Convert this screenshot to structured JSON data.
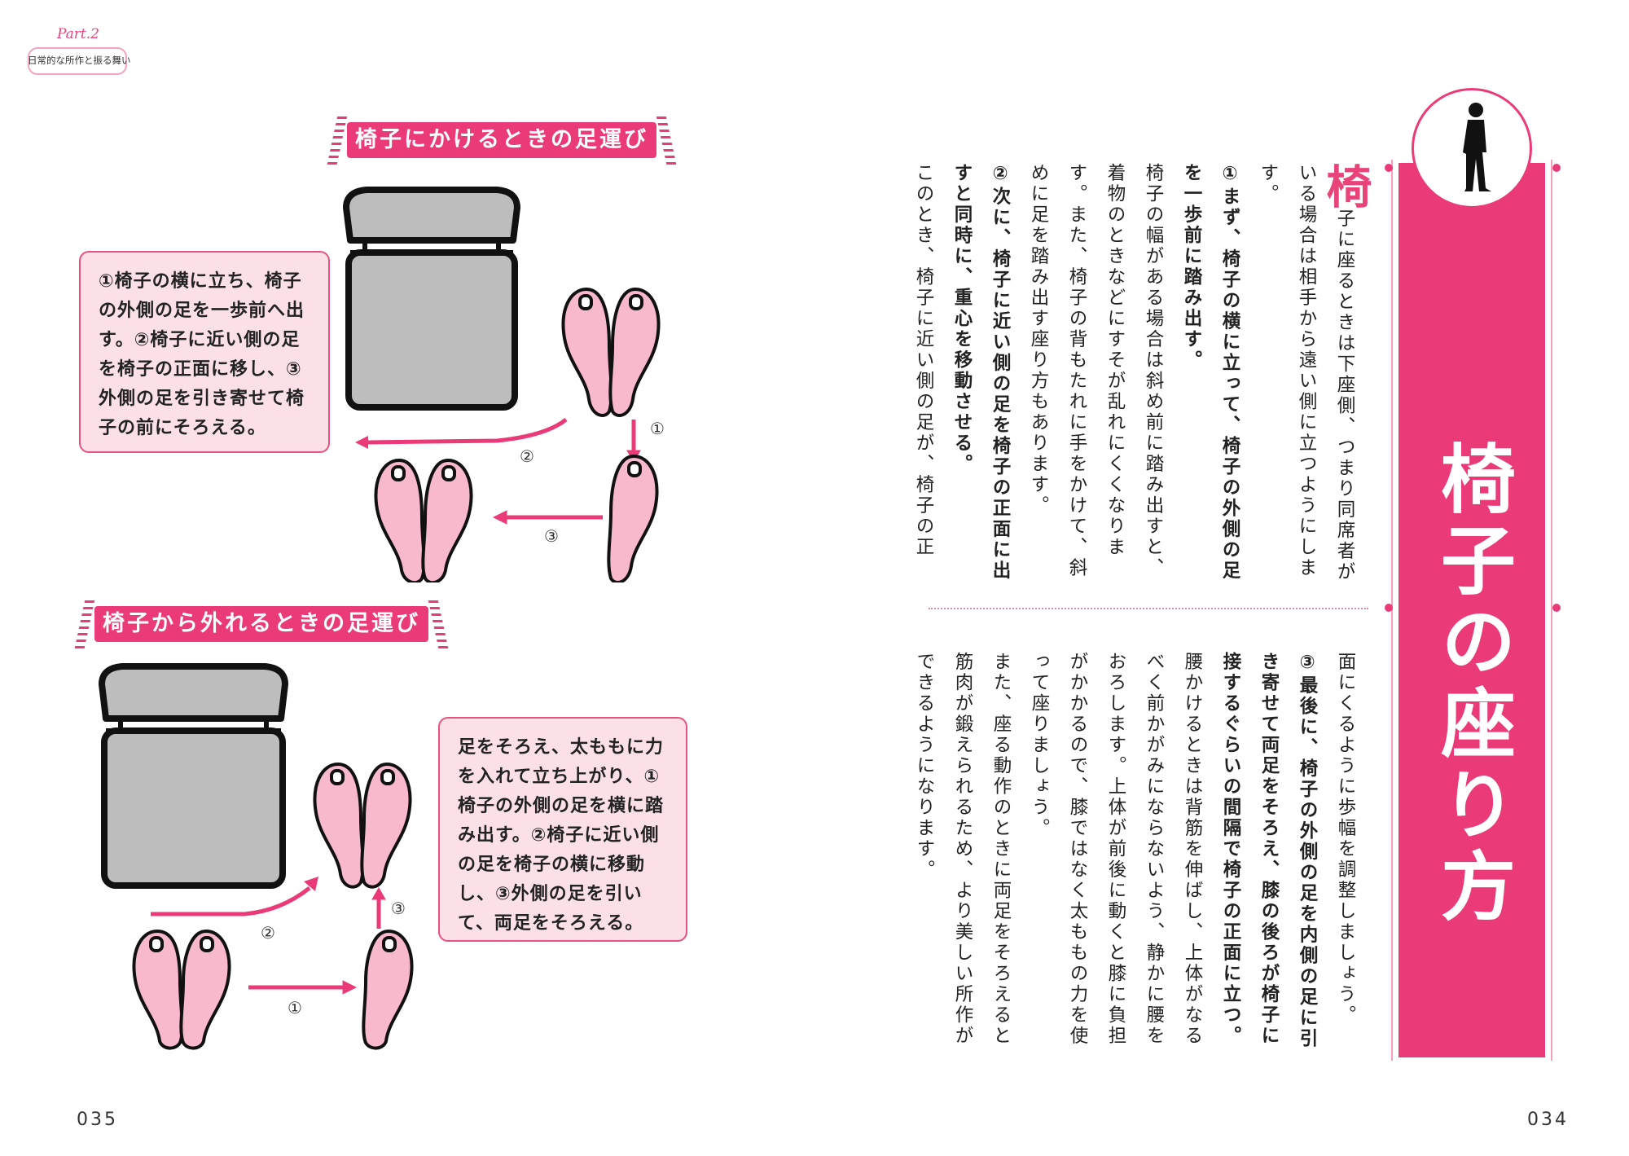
{
  "running_head": {
    "part": "Part.2",
    "section": "日常的な所作と振る舞い"
  },
  "left_page": {
    "heading_sit": "椅子にかけるときの足運び",
    "callout_sit": "①椅子の横に立ち、椅子の外側の足を一歩前へ出す。②椅子に近い側の足を椅子の正面に移し、③外側の足を引き寄せて椅子の前にそろえる。",
    "step_labels_sit": [
      "①",
      "②",
      "③"
    ],
    "heading_stand": "椅子から外れるときの足運び",
    "callout_stand": "足をそろえ、太ももに力を入れて立ち上がり、①椅子の外側の足を横に踏み出す。②椅子に近い側の足を椅子の横に移動し、③外側の足を引いて、両足をそろえる。",
    "step_labels_stand": [
      "①",
      "②",
      "③"
    ],
    "page_number": "035"
  },
  "right_page": {
    "title": "椅子の座り方",
    "dropcap": "椅",
    "upper": {
      "p1": "子に座るときは下座側、つまり同席者がいる場合は相手から遠い側に立つようにします。",
      "step1_bold": "①まず、椅子の横に立って、椅子の外側の足を一歩前に踏み出す。",
      "p2": "椅子の幅がある場合は斜め前に踏み出すと、着物のときなどにすそが乱れにくくなります。また、椅子の背もたれに手をかけて、斜めに足を踏み出す座り方もあります。",
      "step2_bold": "②次に、椅子に近い側の足を椅子の正面に出すと同時に、重心を移動させる。",
      "p3": "このとき、椅子に近い側の足が、椅子の正"
    },
    "lower": {
      "p4": "面にくるように歩幅を調整しましょう。",
      "step3_bold": "③最後に、椅子の外側の足を内側の足に引き寄せて両足をそろえ、膝の後ろが椅子に接するぐらいの間隔で椅子の正面に立つ。",
      "p5": "腰かけるときは背筋を伸ばし、上体がなるべく前かがみにならないよう、静かに腰をおろします。上体が前後に動くと膝に負担がかかるので、膝ではなく太ももの力を使って座りましょう。",
      "p6": "また、座る動作のときに両足をそろえると筋肉が鍛えられるため、より美しい所作ができるようになります。"
    },
    "page_number": "034"
  },
  "colors": {
    "accent": "#ea3b78",
    "shoe": "#f7b9cb",
    "chair": "#bdbdbd"
  },
  "icons": [
    "walking-person-icon",
    "chair-icon",
    "shoe-icon",
    "arrow-icon"
  ]
}
